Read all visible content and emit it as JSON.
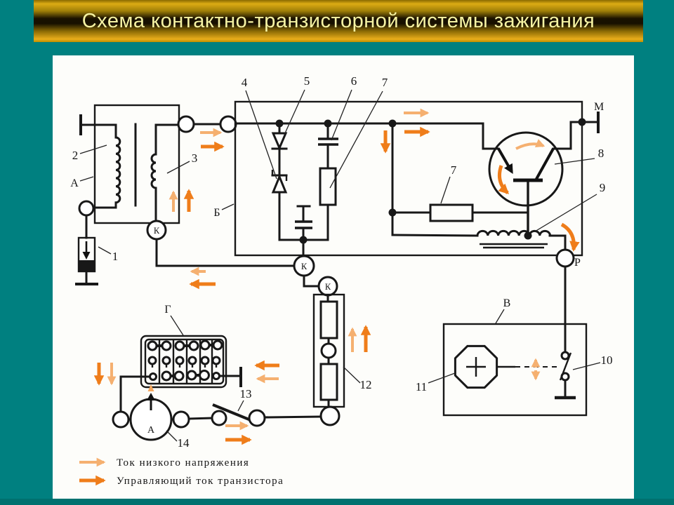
{
  "title": {
    "text": "Схема контактно-транзисторной системы зажигания"
  },
  "colors": {
    "background_teal": "#008080",
    "bottom_strip": "#00716f",
    "banner_gold": "#dcab14",
    "banner_dark": "#171000",
    "title_text": "#f6f3a3",
    "panel_white": "#fdfdfa",
    "line_black": "#181818",
    "current_low_voltage": "#f5b070",
    "current_control": "#ef7d1a"
  },
  "diagram": {
    "component_labels": {
      "n1": "1",
      "n2": "2",
      "n3": "3",
      "n4": "4",
      "n5": "5",
      "n6": "6",
      "n7": "7",
      "n7b": "7",
      "n8": "8",
      "n9": "9",
      "n10": "10",
      "n11": "11",
      "n12": "12",
      "n13": "13",
      "n14": "14"
    },
    "letter_labels": {
      "A": "А",
      "B": "Б",
      "V": "В",
      "G": "Г",
      "M": "М",
      "R": "Р",
      "K": "К",
      "ammeter": "А"
    },
    "legend": {
      "low_voltage": "Ток низкого напряжения",
      "control": "Управляющий ток транзистора"
    }
  }
}
